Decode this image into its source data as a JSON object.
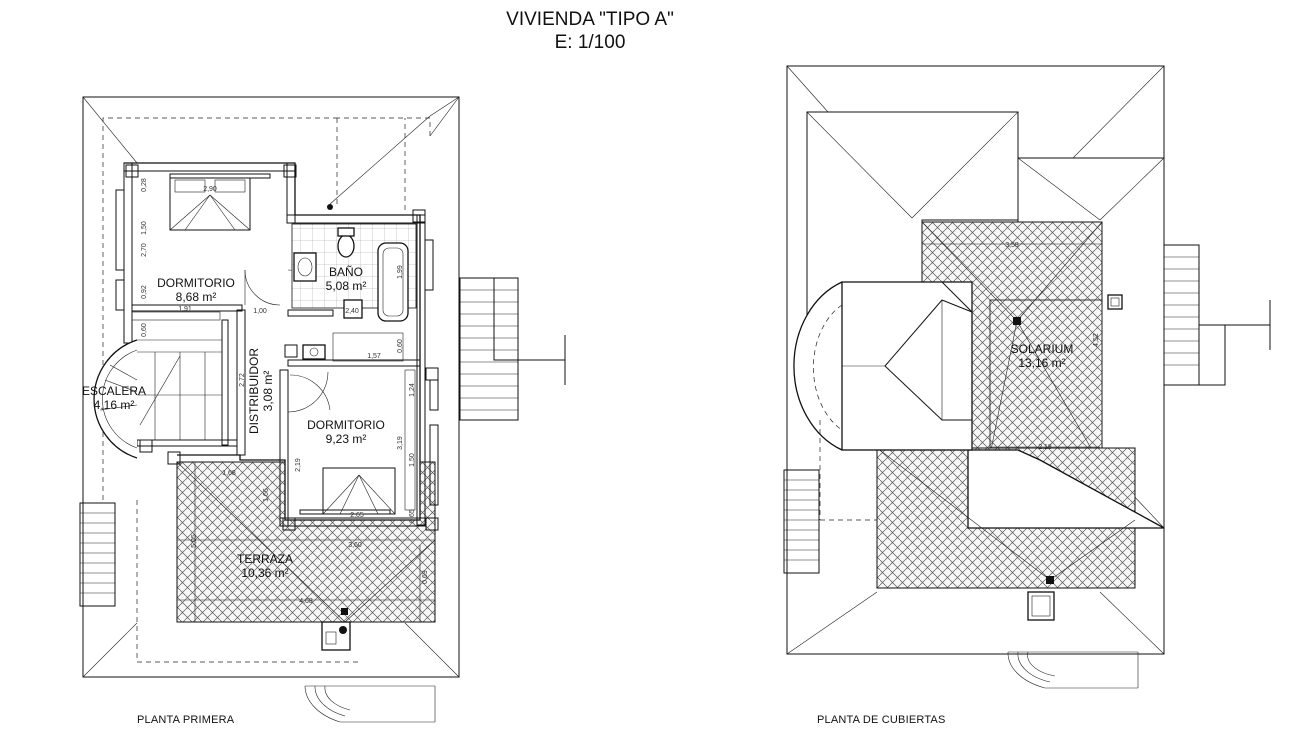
{
  "header": {
    "title": "VIVIENDA \"TIPO A\"",
    "scale": "E: 1/100"
  },
  "sheets": [
    {
      "label": "PLANTA PRIMERA"
    },
    {
      "label": "PLANTA DE CUBIERTAS"
    }
  ],
  "planta_primera": {
    "rooms": [
      {
        "name": "DORMITORIO",
        "area": "8,68 m²"
      },
      {
        "name": "BAÑO",
        "area": "5,08 m²"
      },
      {
        "name": "ESCALERA",
        "area": "4,16 m²"
      },
      {
        "name": "DISTRIBUIDOR",
        "area": "3,08 m²"
      },
      {
        "name": "DORMITORIO",
        "area": "9,23 m²"
      },
      {
        "name": "TERRAZA",
        "area": "10,36 m²"
      }
    ],
    "dimensions": [
      "2,90",
      "0,28",
      "1,50",
      "2,70",
      "0,92",
      "1,91",
      "1,00",
      "0,60",
      "1,99",
      "2,40",
      "1,57",
      "0,60",
      "2,72",
      "1,24",
      "3,19",
      "1,50",
      "2,19",
      "1,66",
      "1,68",
      "2,65",
      "0,65",
      "3,60",
      "5,05",
      "0,69",
      "4,68"
    ]
  },
  "planta_cubiertas": {
    "rooms": [
      {
        "name": "SOLARIUM",
        "area": "13,16 m²"
      }
    ],
    "dimensions": [
      "3,58",
      "4,52",
      "2,18"
    ]
  }
}
